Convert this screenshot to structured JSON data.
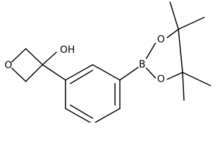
{
  "molecule": {
    "atoms": {
      "oxetane_oxygen": "O",
      "hydroxyl": "OH",
      "boron": "B",
      "dioxaborolane_oxygen_top": "O",
      "dioxaborolane_oxygen_bottom": "O"
    }
  },
  "colors": {
    "bond": "#000000",
    "label": "#000000",
    "background": "#ffffff"
  }
}
